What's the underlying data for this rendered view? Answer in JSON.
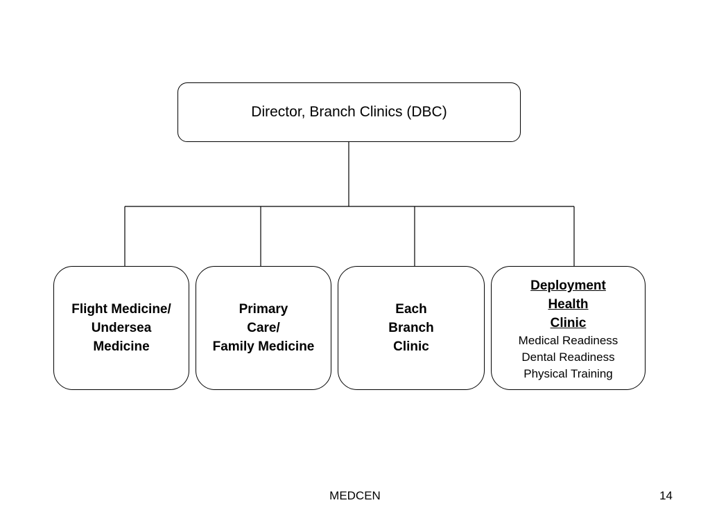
{
  "director": {
    "label": "Director, Branch Clinics (DBC)"
  },
  "units": [
    {
      "lines": [
        "Flight Medicine/",
        "Undersea",
        "Medicine"
      ]
    },
    {
      "lines": [
        "Primary",
        "Care/",
        "Family Medicine"
      ]
    },
    {
      "lines": [
        "Each",
        "Branch",
        "Clinic"
      ]
    },
    {
      "title_lines": [
        "Deployment",
        "Health",
        "Clinic"
      ],
      "detail_lines": [
        "Medical Readiness",
        "Dental Readiness",
        "Physical Training"
      ]
    }
  ],
  "footer": {
    "center": "MEDCEN",
    "page_number": "14"
  }
}
